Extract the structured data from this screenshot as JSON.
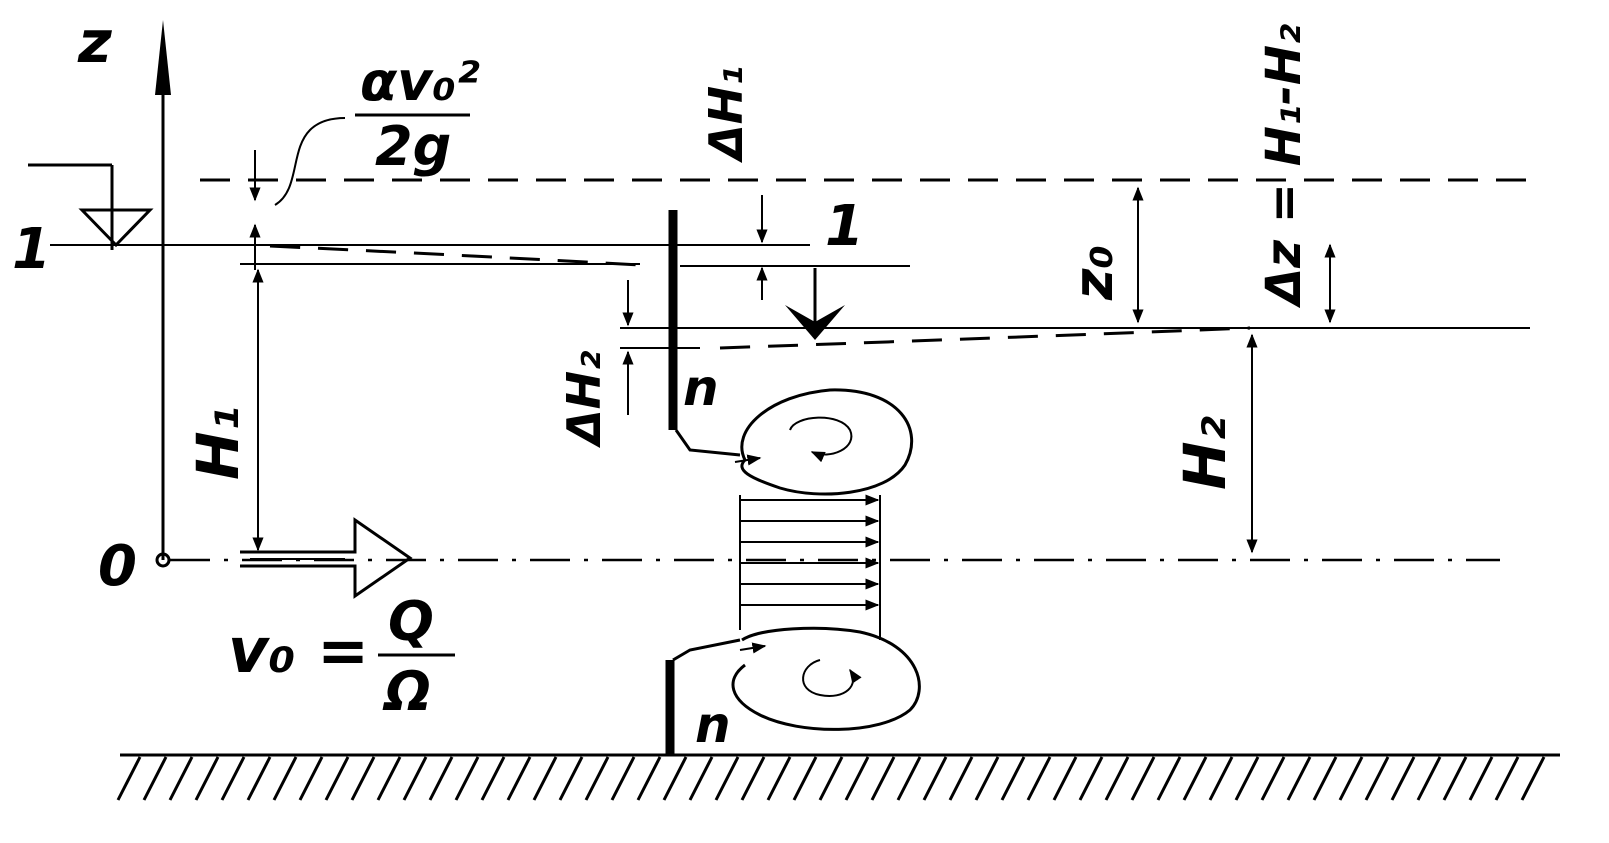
{
  "labels": {
    "z_axis": "z",
    "origin": "0",
    "section_left": "1",
    "section_right": "1",
    "velocity_head_num": "αv₀²",
    "velocity_head_den": "2g",
    "h1": "H₁",
    "h2": "H₂",
    "dh1": "ΔH₁",
    "dh2": "ΔH₂",
    "z0": "z₀",
    "dz": "Δz = H₁-H₂",
    "v0_lhs": "v₀ =",
    "v0_num": "Q",
    "v0_den": "Ω",
    "n_top": "n",
    "n_bottom": "n"
  },
  "colors": {
    "ink": "#000000",
    "paper": "#ffffff"
  }
}
